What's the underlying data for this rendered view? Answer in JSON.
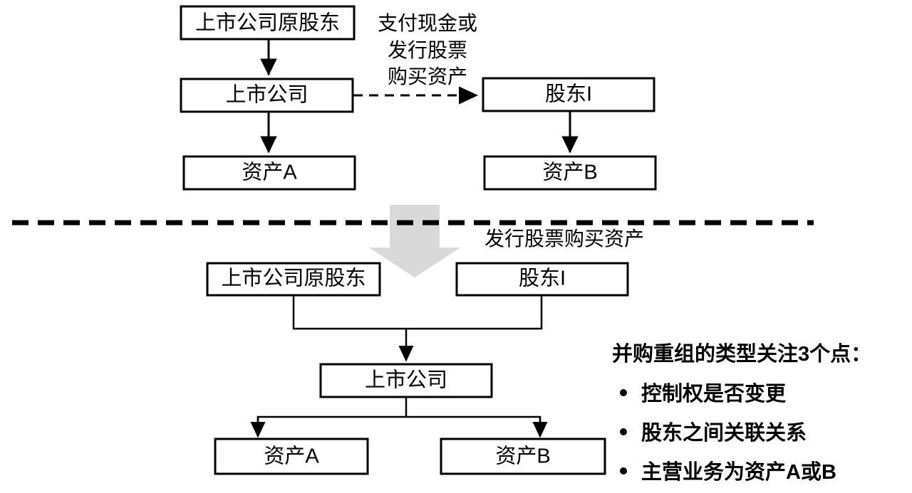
{
  "diagram": {
    "title_semantic": "merger-and-acquisition-restructuring-diagram",
    "top_section": {
      "boxes": {
        "original_shareholders": "上市公司原股东",
        "listed_company": "上市公司",
        "asset_a": "资产A",
        "shareholder_i": "股东I",
        "asset_b": "资产B"
      },
      "flow_label_lines": [
        "支付现金或",
        "发行股票",
        "购买资产"
      ]
    },
    "middle": {
      "transition_label": "发行股票购买资产"
    },
    "bottom_section": {
      "boxes": {
        "original_shareholders": "上市公司原股东",
        "shareholder_i": "股东I",
        "listed_company": "上市公司",
        "asset_a": "资产A",
        "asset_b": "资产B"
      }
    }
  },
  "notes": {
    "heading": "并购重组的类型关注3个点：",
    "bullets": [
      "控制权是否变更",
      "股东之间关联关系",
      "主营业务为资产A或B"
    ]
  },
  "colors": {
    "stroke": "#000000",
    "box_fill": "#ffffff",
    "big_arrow_fill": "#d9d9d9",
    "background": "#ffffff"
  }
}
